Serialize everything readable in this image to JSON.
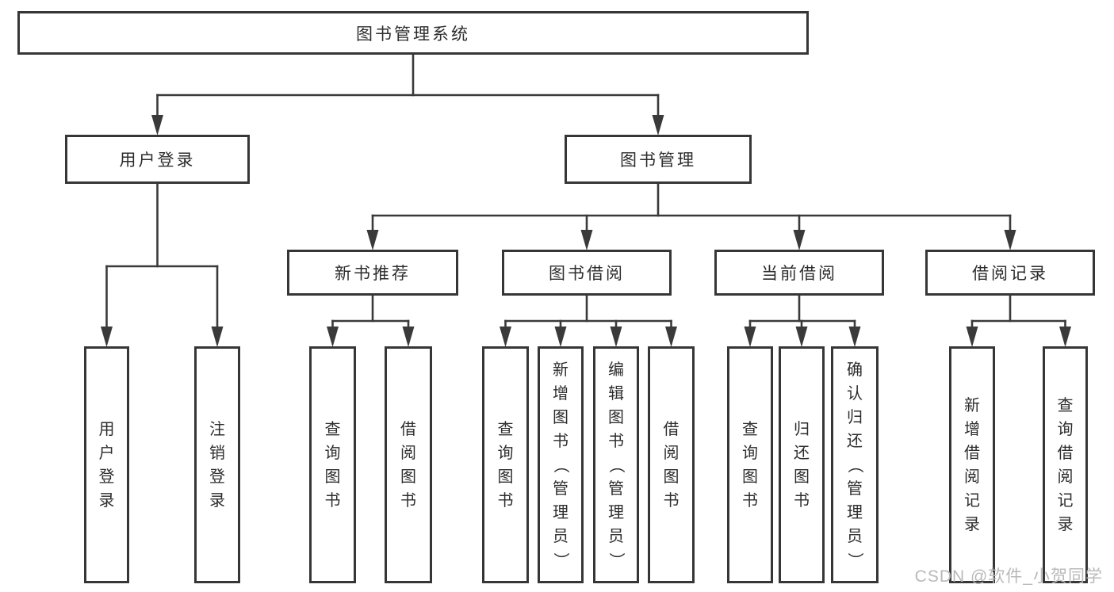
{
  "tree": {
    "root": {
      "label": "图书管理系统"
    },
    "branches": [
      {
        "label": "用户登录",
        "children": [
          {
            "label": "用户登录"
          },
          {
            "label": "注销登录"
          }
        ]
      },
      {
        "label": "图书管理",
        "groups": [
          {
            "label": "新书推荐",
            "children": [
              {
                "label": "查询图书"
              },
              {
                "label": "借阅图书"
              }
            ]
          },
          {
            "label": "图书借阅",
            "children": [
              {
                "label": "查询图书"
              },
              {
                "label": "新增图书（管理员）"
              },
              {
                "label": "编辑图书（管理员）"
              },
              {
                "label": "借阅图书"
              }
            ]
          },
          {
            "label": "当前借阅",
            "children": [
              {
                "label": "查询图书"
              },
              {
                "label": "归还图书"
              },
              {
                "label": "确认归还（管理员）"
              }
            ]
          },
          {
            "label": "借阅记录",
            "children": [
              {
                "label": "新增借阅记录"
              },
              {
                "label": "查询借阅记录"
              }
            ]
          }
        ]
      }
    ]
  },
  "watermark": {
    "text": "CSDN @软件_小贺同学"
  },
  "colors": {
    "line": "#3a3a3a",
    "box_border": "#363636",
    "text": "#2d2d2d",
    "watermark": "#b9b9b9",
    "background": "#ffffff"
  }
}
